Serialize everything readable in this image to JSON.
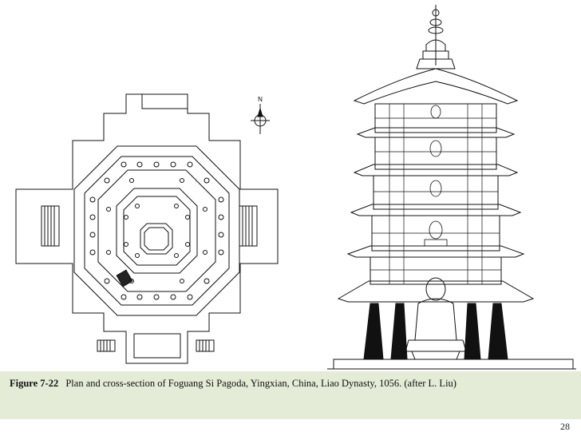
{
  "compass": {
    "north": "N"
  },
  "caption": {
    "label": "Figure 7-22",
    "text": "Plan and cross-section of Foguang Si Pagoda, Yingxian, China, Liao Dynasty, 1056. (after L. Liu)"
  },
  "slide": {
    "page_number": "28"
  },
  "colors": {
    "caption_bg": "#e4ebd6",
    "ink": "#111111"
  }
}
